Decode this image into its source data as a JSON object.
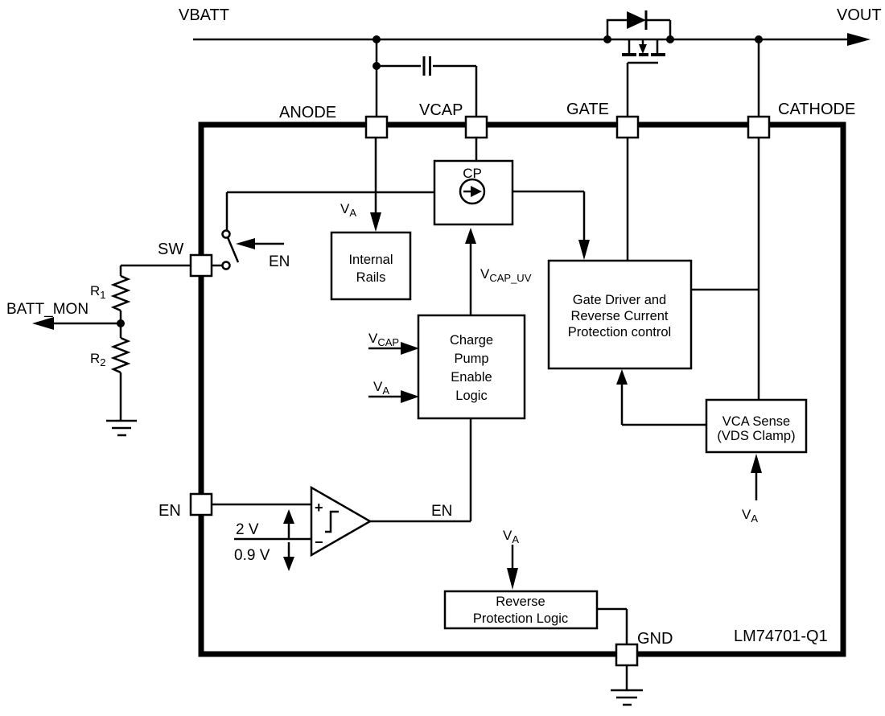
{
  "diagram": {
    "part_number": "LM74701-Q1",
    "colors": {
      "ink": "#000000",
      "background": "#ffffff",
      "pin_fill": "#ffffff"
    },
    "top_rail": {
      "input_label": "VBATT",
      "output_label": "VOUT"
    },
    "pins": {
      "anode": "ANODE",
      "vcap": "VCAP",
      "gate": "GATE",
      "cathode": "CATHODE",
      "sw": "SW",
      "en": "EN",
      "gnd": "GND"
    },
    "external": {
      "batt_mon_label": "BATT_MON",
      "r1": {
        "base": "R",
        "sub": "1"
      },
      "r2": {
        "base": "R",
        "sub": "2"
      }
    },
    "signals": {
      "va": {
        "base": "V",
        "sub": "A"
      },
      "vcap": {
        "base": "V",
        "sub": "CAP"
      },
      "vcap_uv": {
        "base": "V",
        "sub": "CAP_UV"
      },
      "en_switch": "EN",
      "en_comparator_output": "EN",
      "cp": "CP",
      "plus": "+",
      "minus": "−",
      "threshold_rising": "2 V",
      "threshold_falling": "0.9 V"
    },
    "blocks": {
      "internal_rails": {
        "lines": [
          "Internal",
          "Rails"
        ]
      },
      "charge_pump_enable": {
        "lines": [
          "Charge",
          "Pump",
          "Enable",
          "Logic"
        ]
      },
      "gate_driver": {
        "lines": [
          "Gate Driver and",
          "Reverse Current",
          "Protection control"
        ]
      },
      "vca_sense": {
        "lines": [
          "VCA Sense",
          "(VDS Clamp)"
        ]
      },
      "reverse_protection": {
        "lines": [
          "Reverse",
          "Protection Logic"
        ]
      }
    }
  }
}
